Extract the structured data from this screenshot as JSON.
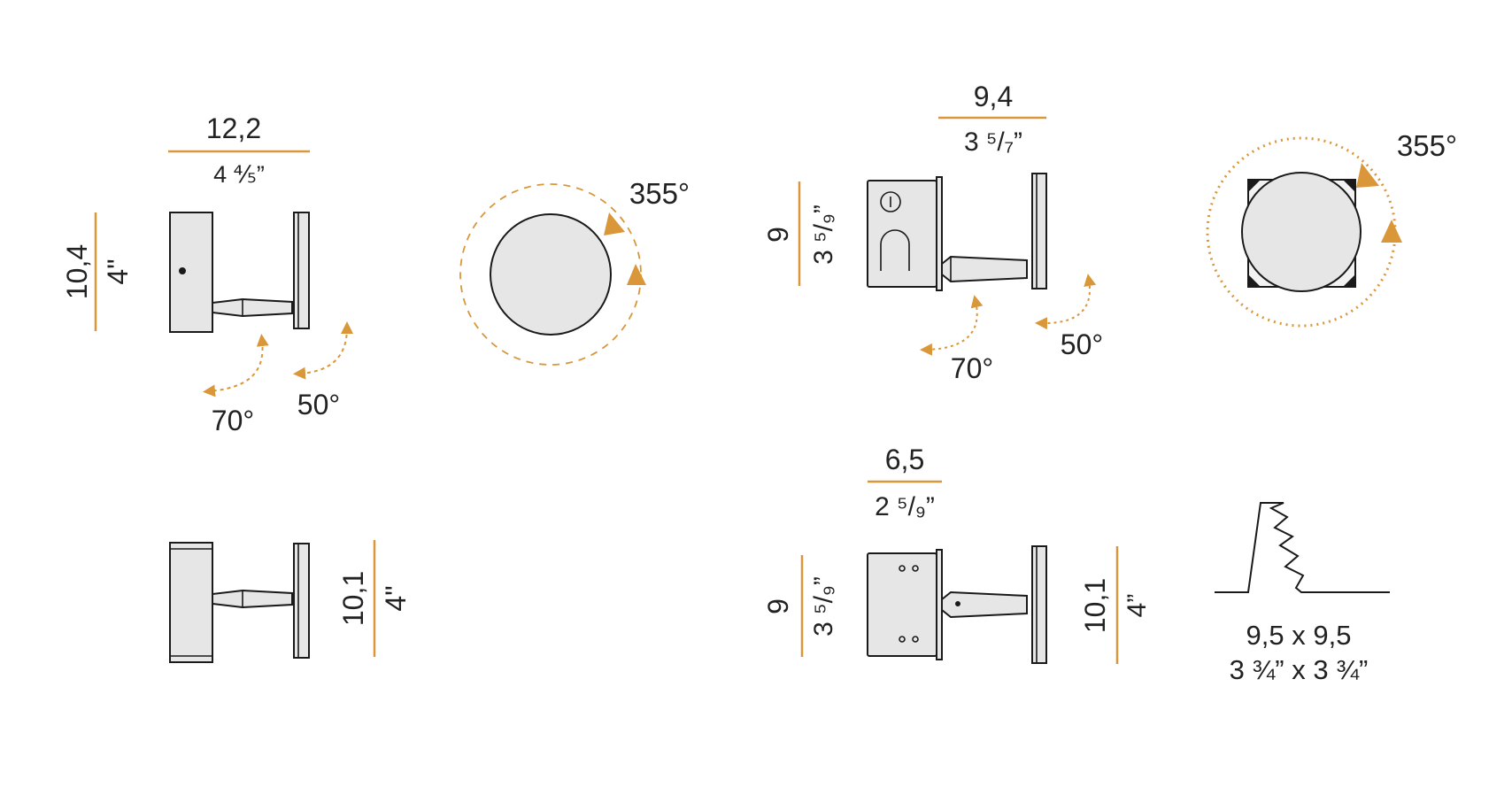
{
  "colors": {
    "accent": "#d9973a",
    "line": "#1a1a1a",
    "fill": "#e6e6e6",
    "text": "#222222"
  },
  "view1": {
    "width_cm": "12,2",
    "width_in": "4 ⅘”",
    "height_cm": "10,4",
    "height_in": "4\"",
    "tilt_a": "70°",
    "tilt_b": "50°",
    "rotation": "355°"
  },
  "view2": {
    "height_cm": "10,1",
    "height_in": "4\""
  },
  "view3": {
    "width_cm": "9,4",
    "width_in": "3 ⁵/₇”",
    "height_cm": "9",
    "height_in": "3 ⁵/₉”",
    "tilt_a": "70°",
    "tilt_b": "50°",
    "rotation": "355°"
  },
  "view4": {
    "width_cm": "6,5",
    "width_in": "2 ⁵/₉”",
    "height_cm": "9",
    "height_in": "3 ⁵/₉”",
    "height2_cm": "10,1",
    "height2_in": "4”"
  },
  "cutout": {
    "size_cm": "9,5 x 9,5",
    "size_in": "3 ¾” x 3 ¾”"
  }
}
